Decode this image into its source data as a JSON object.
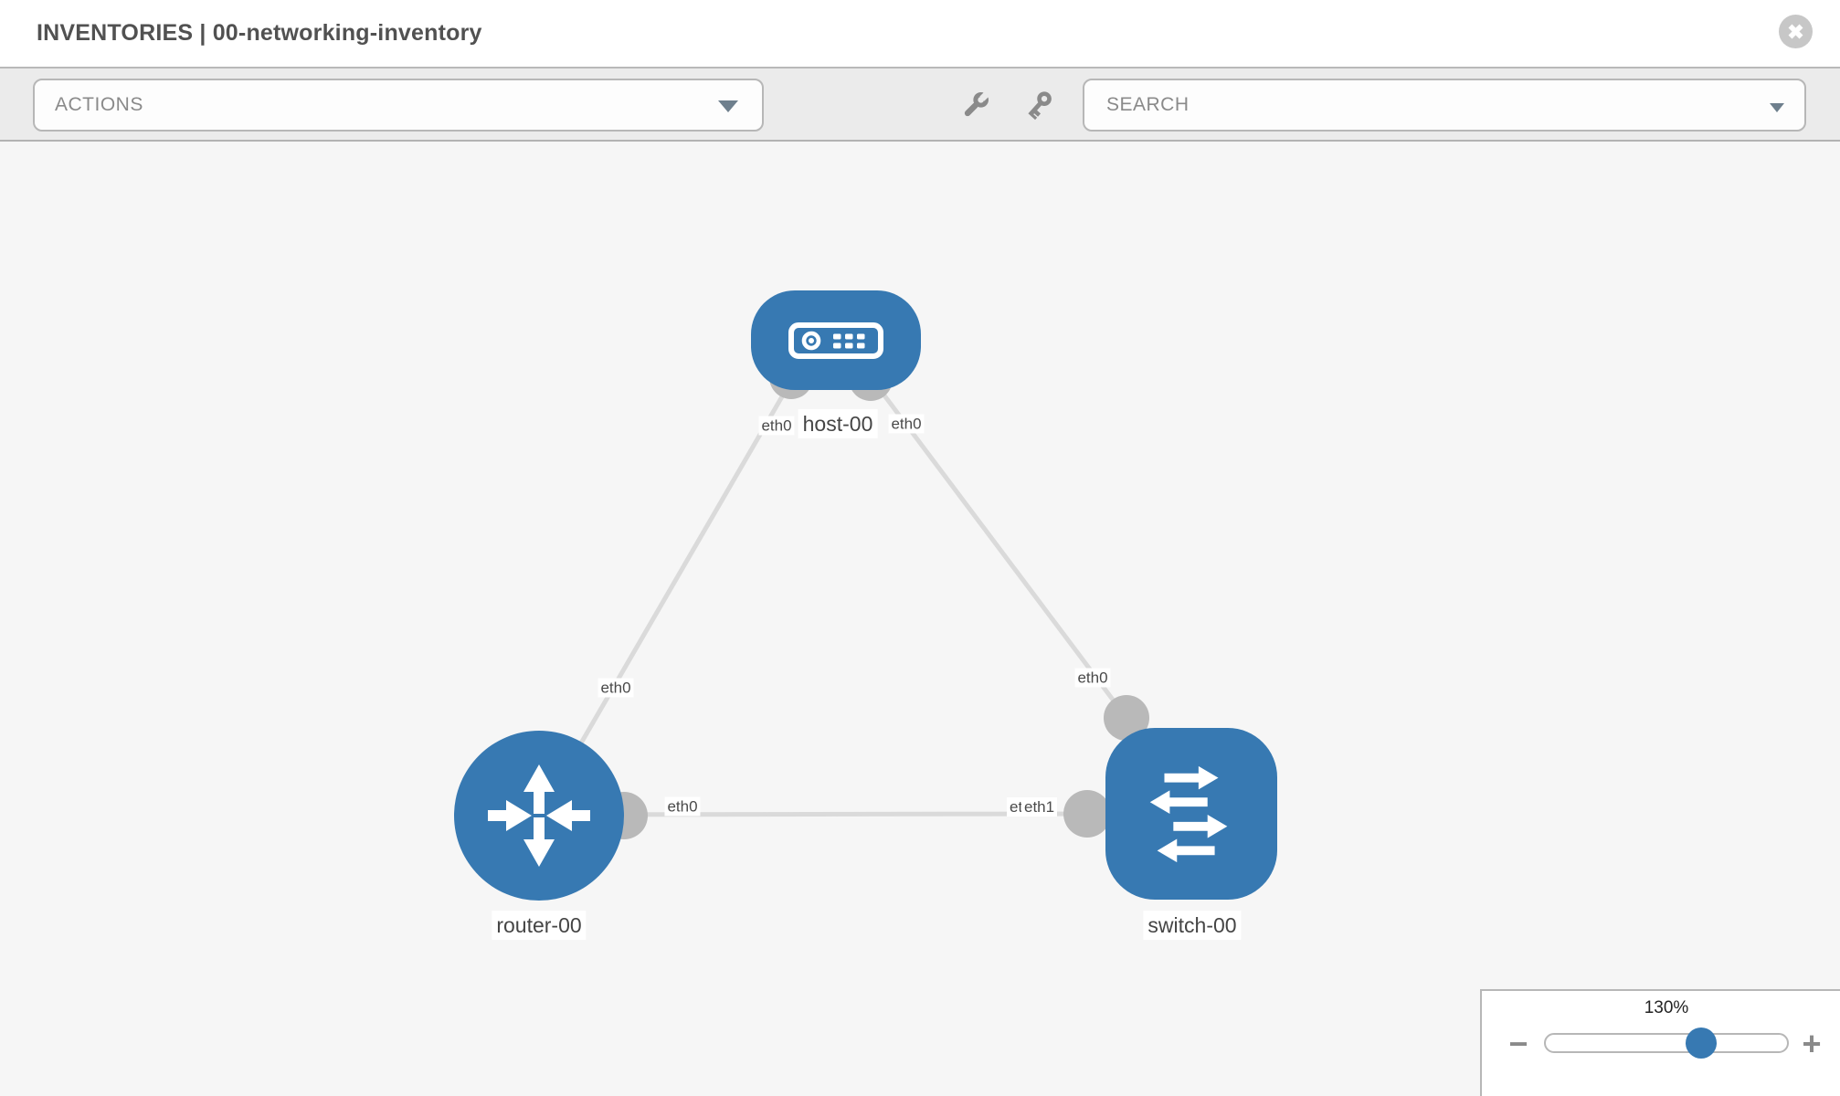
{
  "header": {
    "title": "INVENTORIES | 00-networking-inventory"
  },
  "toolbar": {
    "actions_label": "ACTIONS",
    "search_placeholder": "SEARCH",
    "tool_icons": [
      "wrench-icon",
      "key-icon"
    ]
  },
  "topology": {
    "nodes": [
      {
        "name": "host-00",
        "type": "host"
      },
      {
        "name": "router-00",
        "type": "router"
      },
      {
        "name": "switch-00",
        "type": "switch"
      }
    ],
    "links": [
      {
        "from": "router-00",
        "from_interface": "eth0",
        "to": "host-00",
        "to_interface": "eth0"
      },
      {
        "from": "host-00",
        "from_interface": "eth0",
        "to": "switch-00",
        "to_interface": "eth0"
      },
      {
        "from": "router-00",
        "from_interface": "eth0",
        "to": "switch-00",
        "to_interface": "eth1"
      }
    ]
  },
  "zoom_control": {
    "level": "130%",
    "minus_label": "−",
    "plus_label": "+"
  },
  "colors": {
    "node_blue": "#3779b2",
    "link_gray": "#dadada",
    "endpoint_gray": "#b9b9b9",
    "canvas_bg": "#f6f6f6",
    "toolbar_bg": "#ebebeb",
    "border_gray": "#b7b7b7",
    "label_text": "#454545"
  }
}
